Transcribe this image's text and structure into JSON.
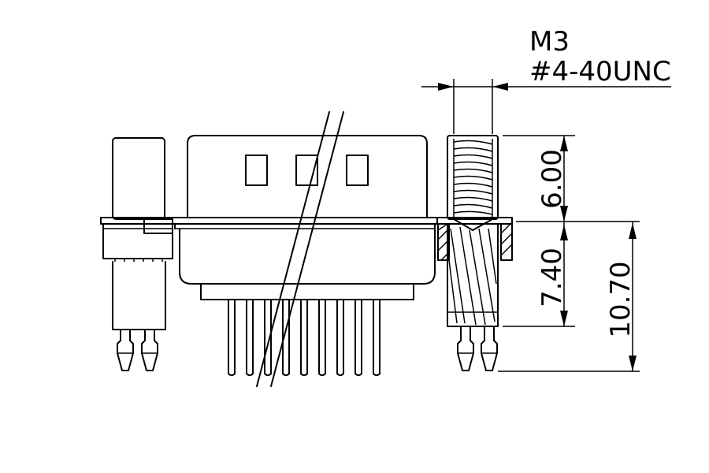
{
  "labels": {
    "screw_metric": "M3",
    "screw_unc": "#4-40UNC",
    "dim_thread": "6.00",
    "dim_body": "7.40",
    "dim_total": "10.70"
  }
}
